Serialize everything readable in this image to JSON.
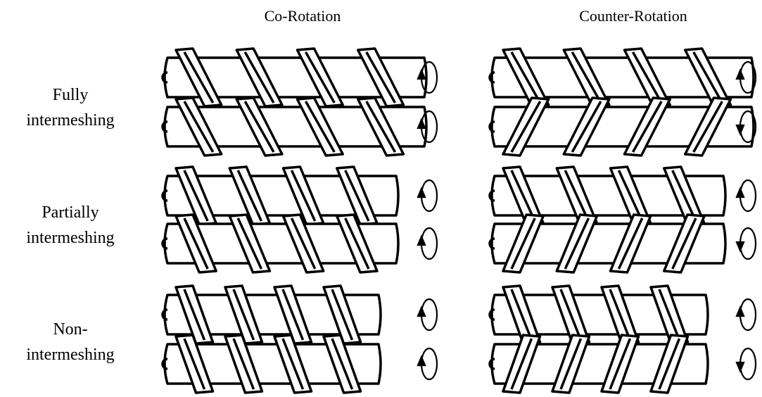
{
  "columns": {
    "co_rotation": "Co-Rotation",
    "counter_rotation": "Counter-Rotation"
  },
  "rows": [
    {
      "line1": "Fully",
      "line2": "intermeshing"
    },
    {
      "line1": "Partially",
      "line2": "intermeshing"
    },
    {
      "line1": "Non-",
      "line2": "intermeshing"
    }
  ],
  "rotation": {
    "co_rotation": [
      [
        "up",
        "up"
      ],
      [
        "up",
        "up"
      ],
      [
        "up",
        "up"
      ]
    ],
    "counter_rotation": [
      [
        "up",
        "down"
      ],
      [
        "up",
        "down"
      ],
      [
        "up",
        "down"
      ]
    ]
  }
}
